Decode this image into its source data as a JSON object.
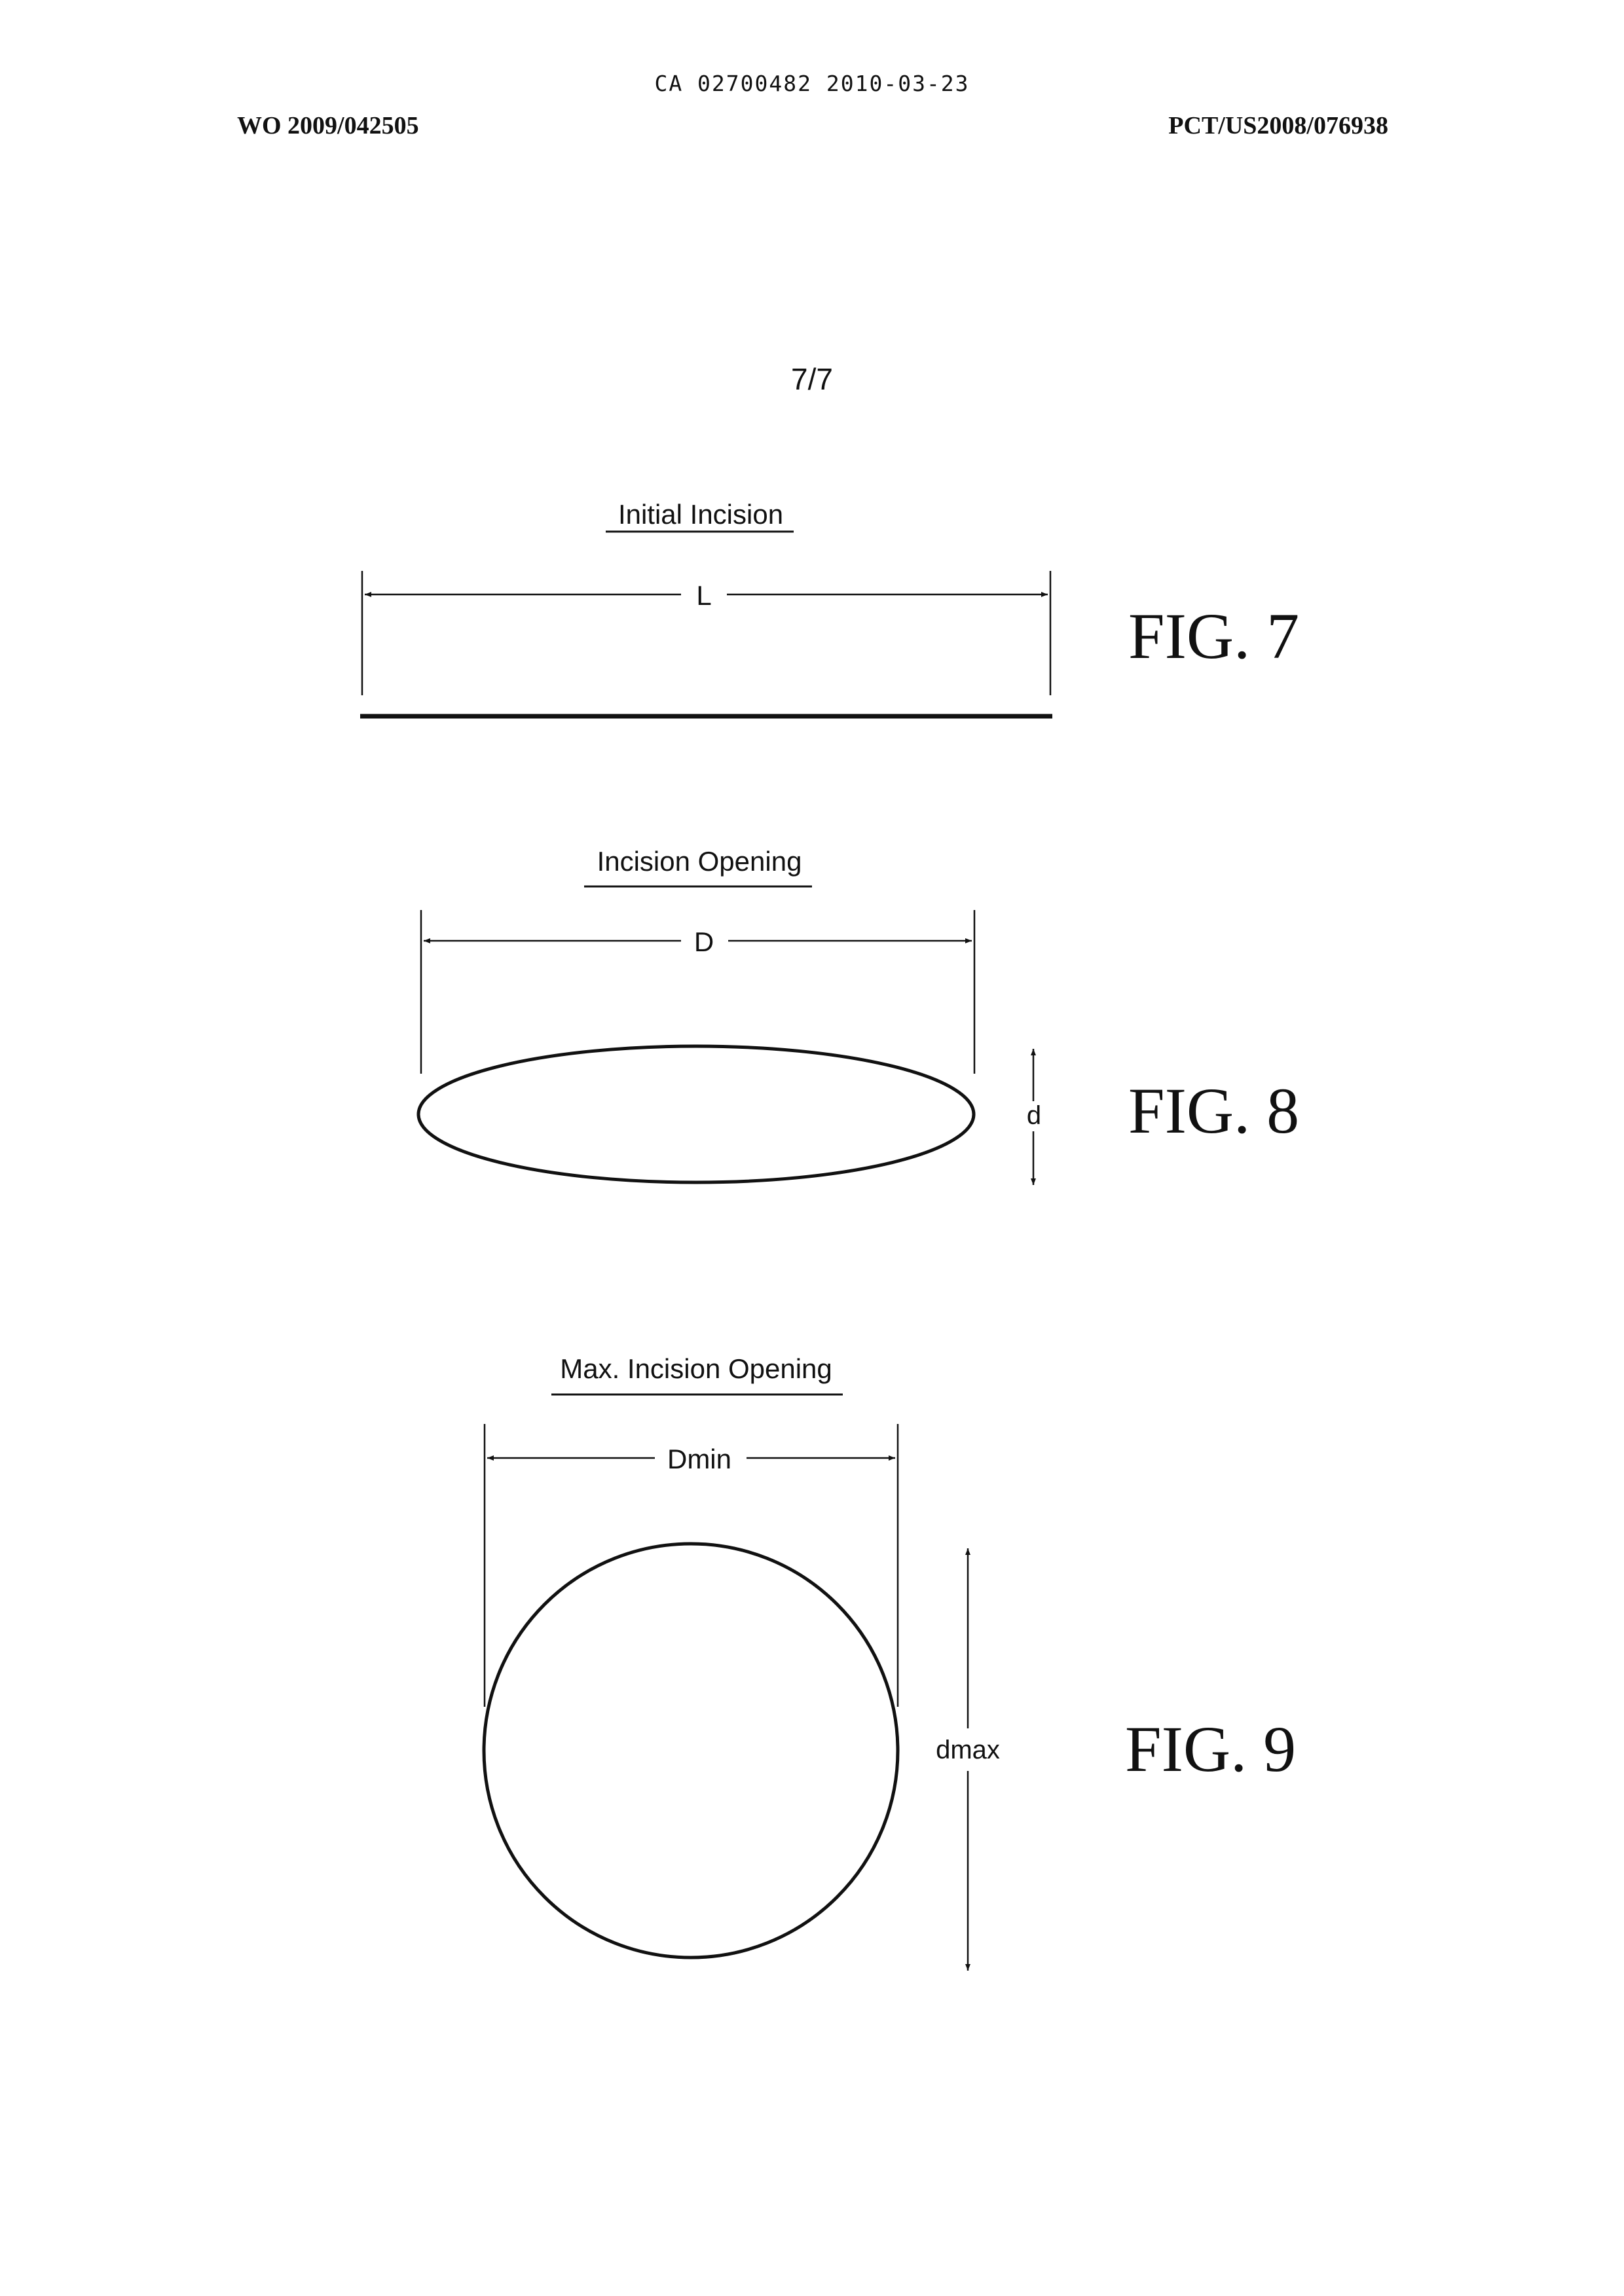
{
  "header": {
    "doc_number": "CA 02700482 2010-03-23",
    "publication_number": "WO 2009/042505",
    "application_number": "PCT/US2008/076938"
  },
  "sheet": {
    "number": "7/7"
  },
  "figures": [
    {
      "id": "fig7",
      "caption": "FIG. 7",
      "title": "Initial Incision",
      "dimension_label": "L"
    },
    {
      "id": "fig8",
      "caption": "FIG. 8",
      "title": "Incision Opening",
      "dimension_label": "D",
      "height_label": "d"
    },
    {
      "id": "fig9",
      "caption": "FIG. 9",
      "title": "Max. Incision Opening",
      "dimension_label": "Dmin",
      "height_label": "dmax"
    }
  ]
}
